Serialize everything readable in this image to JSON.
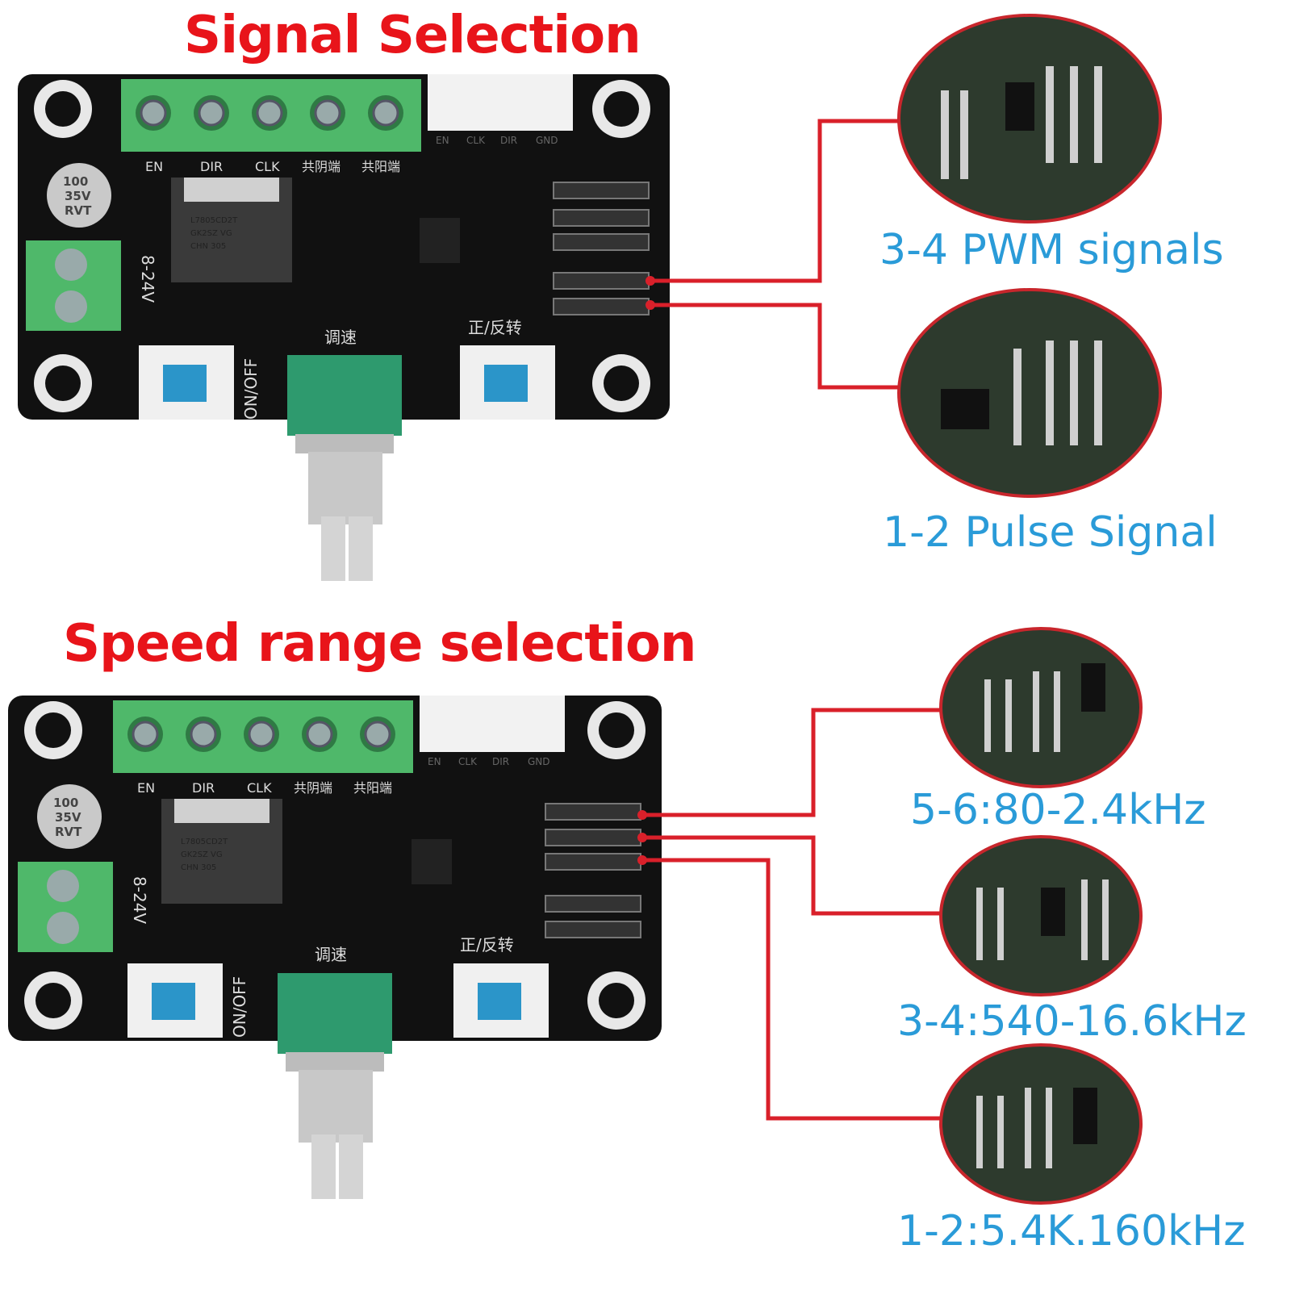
{
  "section_top": {
    "title": "Signal Selection",
    "captions": [
      "3-4 PWM signals",
      "1-2 Pulse Signal"
    ]
  },
  "section_bottom": {
    "title": "Speed range selection",
    "captions": [
      "5-6:80-2.4kHz",
      "3-4:540-16.6kHz",
      "1-2:5.4K.160kHz"
    ]
  },
  "board": {
    "terminal_labels": [
      "EN",
      "DIR",
      "CLK",
      "共阴端",
      "共阳端"
    ],
    "header_labels": [
      "EN",
      "CLK",
      "DIR",
      "GND"
    ],
    "capacitor": [
      "100",
      "35V",
      "RVT"
    ],
    "power_label": "8-24V",
    "onoff_label": "ON/OFF",
    "speed_label": "调速",
    "dir_label": "正/反转",
    "regulator_text": [
      "L7805CD2T",
      "GK2SZ VG",
      "CHN 305"
    ]
  },
  "colors": {
    "title": "#e8141a",
    "caption": "#2a9bd8",
    "pcb": "#111111",
    "terminal": "#4fb86a",
    "leader": "#d9202a"
  }
}
